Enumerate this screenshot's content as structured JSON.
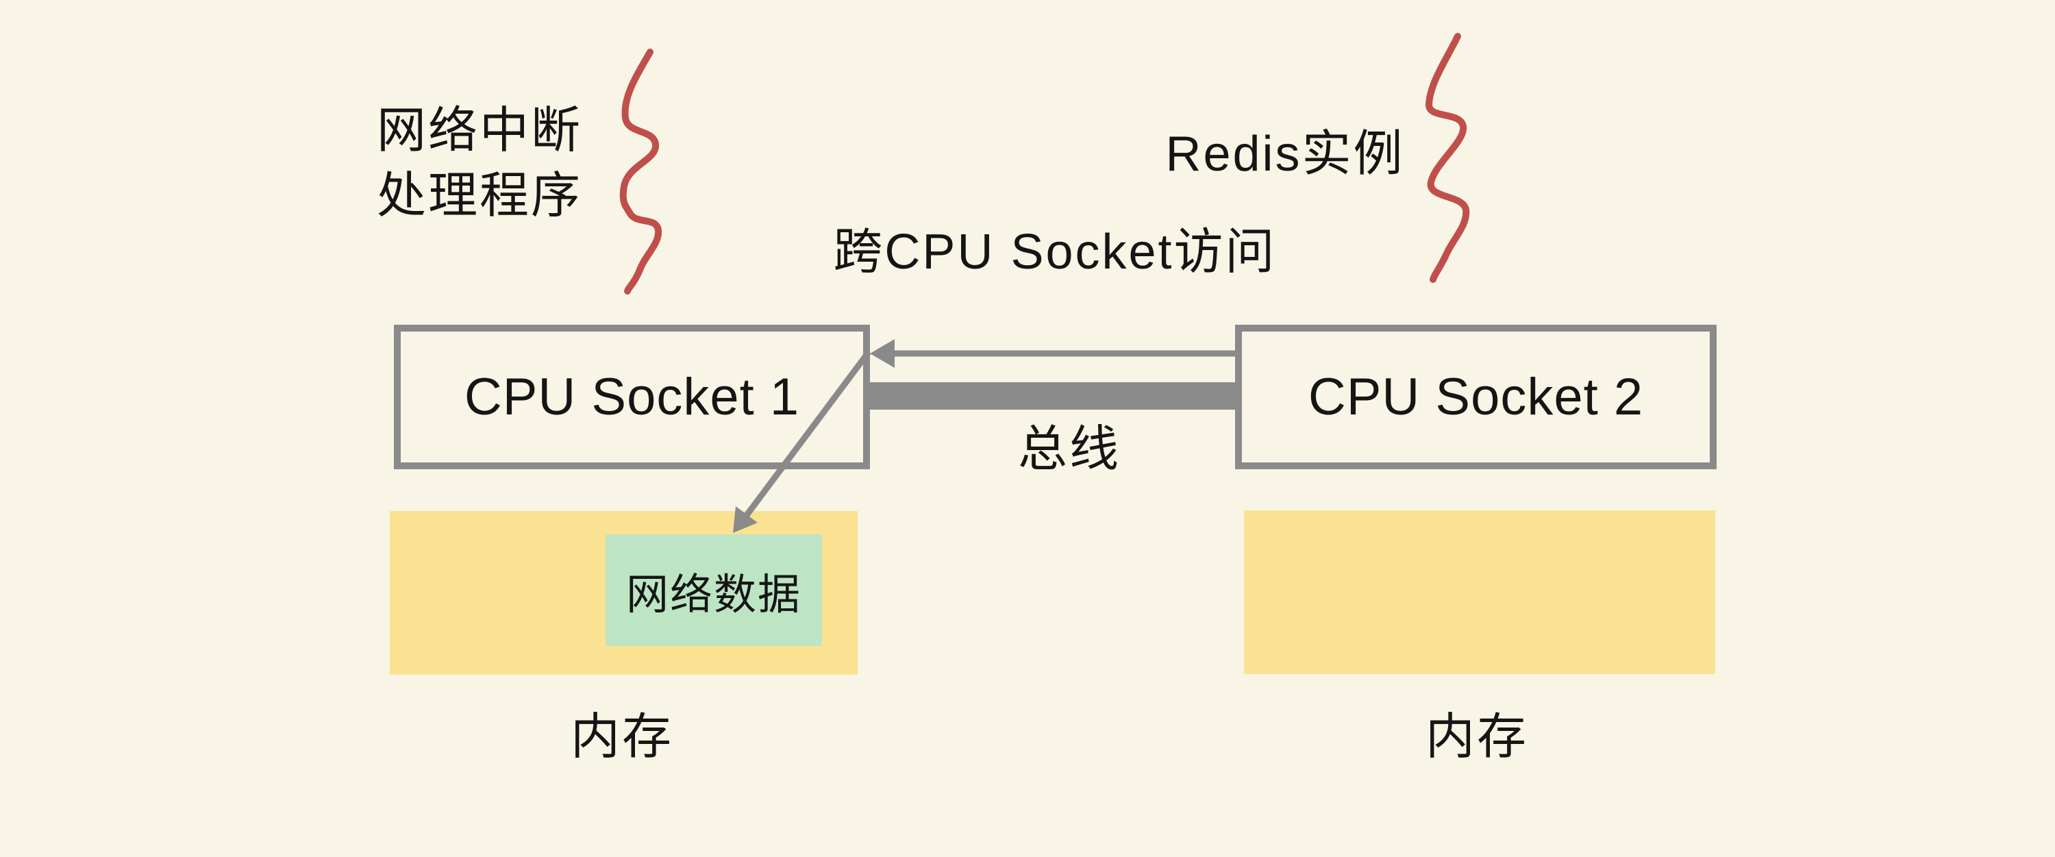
{
  "diagram": {
    "title_context": "NUMA cross-socket access diagram",
    "labels": {
      "interrupt_handler_line1": "网络中断",
      "interrupt_handler_line2": "处理程序",
      "redis_instance": "Redis实例",
      "cross_socket_access": "跨CPU Socket访问",
      "cpu_socket_1": "CPU Socket 1",
      "cpu_socket_2": "CPU Socket 2",
      "bus": "总线",
      "network_data": "网络数据",
      "memory_left": "内存",
      "memory_right": "内存"
    },
    "colors": {
      "background": "#F8F5E6",
      "box_border": "#8A8A8A",
      "bus_bar": "#8A8A8A",
      "arrow": "#8A8A8A",
      "memory_fill": "#FBE293",
      "network_data_fill": "#BDE5C4",
      "annotation_squiggle": "#C04F4B",
      "text": "#151515"
    }
  }
}
